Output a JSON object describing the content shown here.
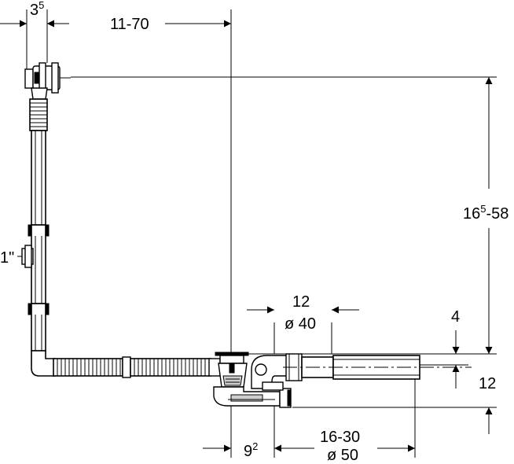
{
  "dimensions": {
    "top_left": {
      "main": "3",
      "sup": "5"
    },
    "top_span": "11-70",
    "right_height": {
      "main": "16",
      "sup": "5",
      "tail": "-58"
    },
    "thread_size": "1\"",
    "siphon_length": "12",
    "siphon_diameter": "ø 40",
    "offset_top": "4",
    "offset_right": "12",
    "bottom_left": {
      "main": "9",
      "sup": "2"
    },
    "bottom_span": "16-30",
    "outlet_diameter": "ø 50"
  }
}
